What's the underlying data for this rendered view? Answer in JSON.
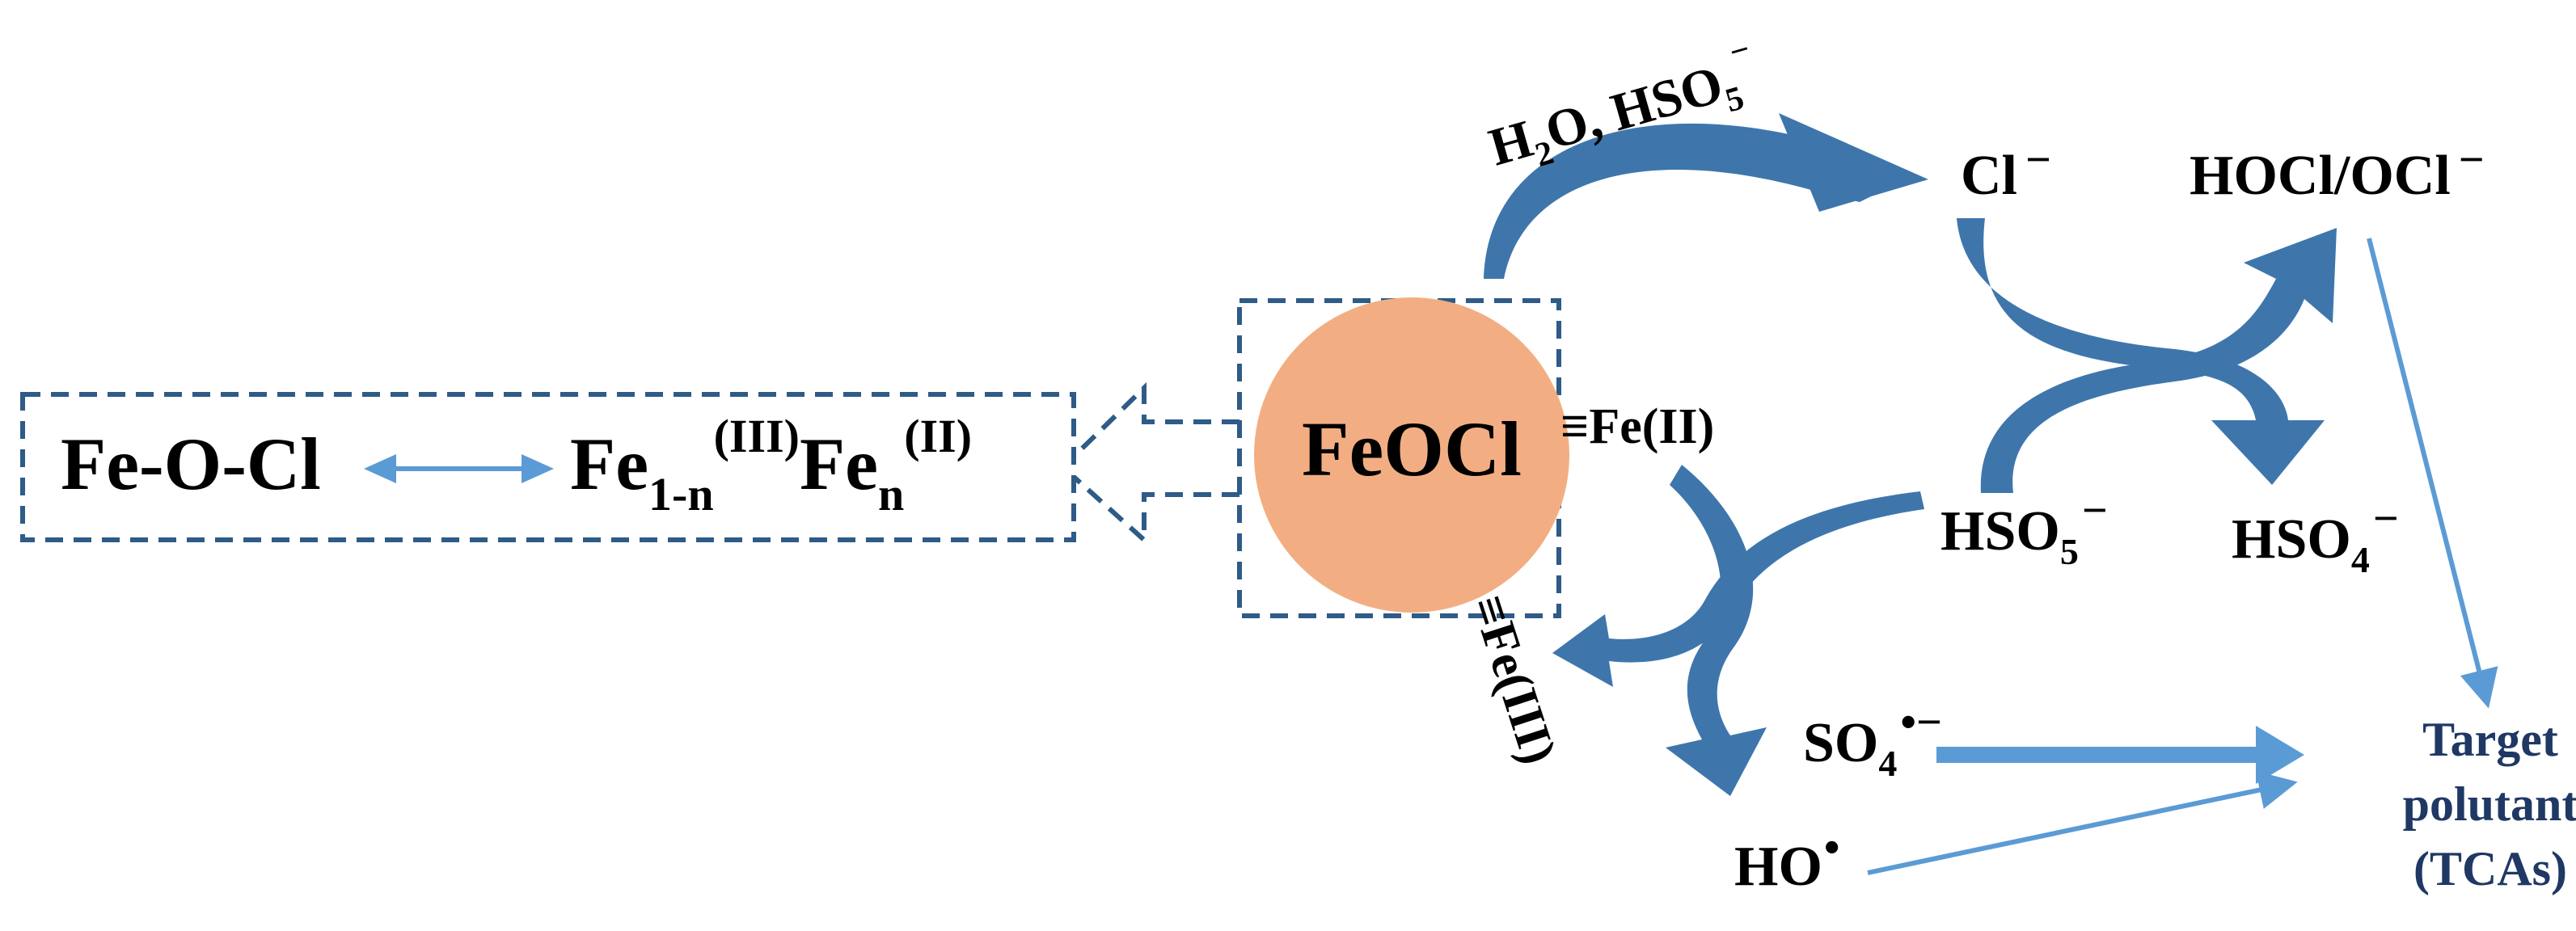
{
  "colors": {
    "arrow_dark": "#3E76AC",
    "arrow_light": "#5B9BD5",
    "dashed_box": "#2E5B87",
    "circle_fill": "#F2AE82",
    "text_black": "#000000",
    "text_navy": "#1F3864"
  },
  "left_box": {
    "term1": "Fe-O-Cl",
    "term2_main1": "Fe",
    "term2_sub1": "1-n",
    "term2_sup1": "(III)",
    "term2_main2": "Fe",
    "term2_sub2": "n",
    "term2_sup2": "(II)"
  },
  "center": {
    "label": "FeOCl",
    "fe2_label": "≡Fe(II)",
    "fe3_label": "≡Fe(III)"
  },
  "top_arrow_label": {
    "h": "H",
    "h_sub": "2",
    "rest": "O, HSO",
    "sub5": "5",
    "charge": "−"
  },
  "species": {
    "cl_minus": "Cl",
    "minus": "−",
    "hocl": "HOCl/OCl",
    "hso5_main": "HSO",
    "hso5_sub": "5",
    "hso4_main": "HSO",
    "hso4_sub": "4",
    "so4_main": "SO",
    "so4_sub": "4",
    "so4_charge": "•−",
    "ho_main": "HO",
    "ho_dot": "•"
  },
  "target": {
    "line1": "Target",
    "line2": "polutant",
    "line3": "(TCAs)"
  }
}
